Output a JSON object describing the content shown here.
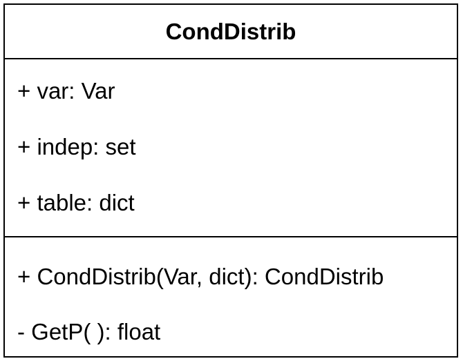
{
  "class": {
    "name": "CondDistrib",
    "attributes": [
      "+ var: Var",
      "+ indep: set",
      "+ table: dict"
    ],
    "methods": [
      "+ CondDistrib(Var, dict): CondDistrib",
      "- GetP( ): float"
    ]
  }
}
